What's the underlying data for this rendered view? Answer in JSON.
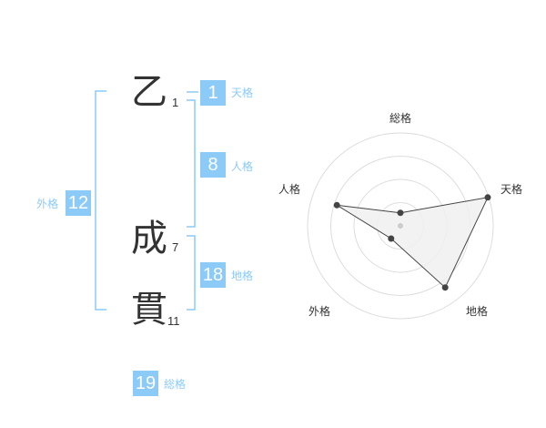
{
  "colors": {
    "accent_box": "#8ccbf7",
    "label_text": "#8ccbf7",
    "bracket": "#8ccbf7",
    "radar_line": "#444444",
    "radar_fill": "#f0f0f0",
    "grid": "#dddddd"
  },
  "characters": [
    {
      "kanji": "乙",
      "strokes": "1"
    },
    {
      "kanji": "成",
      "strokes": "7"
    },
    {
      "kanji": "貫",
      "strokes": "11"
    }
  ],
  "fortunes": {
    "tenkaku": {
      "value": "1",
      "label": "天格"
    },
    "jinkaku": {
      "value": "8",
      "label": "人格"
    },
    "chikaku": {
      "value": "18",
      "label": "地格"
    },
    "gaikaku": {
      "value": "12",
      "label": "外格"
    },
    "soukaku": {
      "value": "19",
      "label": "総格"
    }
  },
  "chart_data": {
    "type": "radar",
    "axes": [
      "総格",
      "天格",
      "地格",
      "外格",
      "人格"
    ],
    "values": [
      0.14,
      0.99,
      0.82,
      0.17,
      0.72
    ],
    "range": [
      0,
      1
    ],
    "rings": 4
  }
}
